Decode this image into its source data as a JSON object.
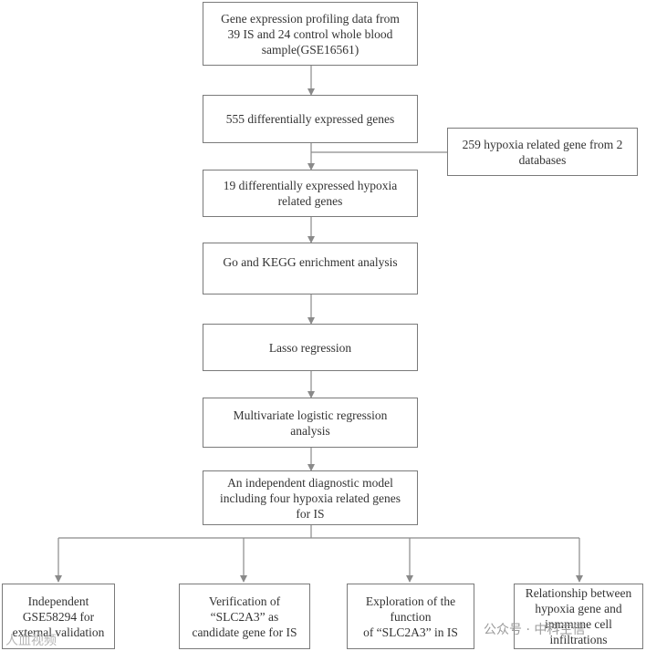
{
  "nodes": {
    "n1": "Gene expression profiling data from\n39 IS and 24 control whole blood\nsample(GSE16561)",
    "n2": "555 differentially expressed genes",
    "side": "259 hypoxia related gene from 2\ndatabases",
    "n3": "19 differentially expressed hypoxia\nrelated genes",
    "n4": "Go and KEGG enrichment analysis",
    "n5": "Lasso regression",
    "n6": "Multivariate logistic regression\nanalysis",
    "n7": "An independent diagnostic model\nincluding four hypoxia related genes\nfor IS",
    "b1": "Independent\nGSE58294 for\nexternal validation",
    "b2": "Verification of\n“SLC2A3”  as\ncandidate gene for IS",
    "b3": "Exploration of  the\nfunction\nof “SLC2A3” in  IS",
    "b4": "Relationship between\nhypoxia gene and\ninmmune cell\ninfiltrations"
  },
  "watermark": {
    "left": "人血视频",
    "right": "公众号 · 中科生信"
  }
}
